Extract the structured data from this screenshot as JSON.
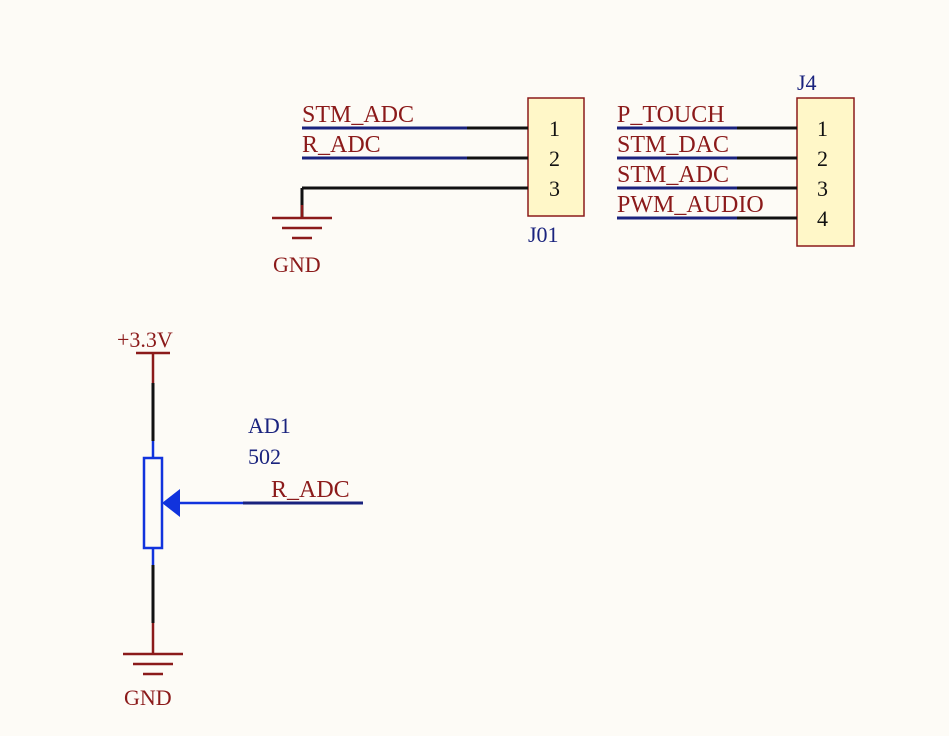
{
  "colors": {
    "background": "#fdfbf6",
    "wire": "#111111",
    "net_line": "#1a237e",
    "net_text": "#8b1a1a",
    "ref_text": "#1a237e",
    "connector_fill": "#fff7c8",
    "connector_stroke": "#8b1a1a",
    "power": "#8b1a1a",
    "resistor": "#1133dd",
    "arrow": "#1133dd"
  },
  "j01": {
    "ref": "J01",
    "pins": [
      "1",
      "2",
      "3"
    ],
    "nets": [
      "STM_ADC",
      "R_ADC"
    ],
    "gnd_label": "GND"
  },
  "j4": {
    "ref": "J4",
    "pins": [
      "1",
      "2",
      "3",
      "4"
    ],
    "nets": [
      "P_TOUCH",
      "STM_DAC",
      "STM_ADC",
      "PWM_AUDIO"
    ]
  },
  "pot": {
    "ref": "AD1",
    "value": "502",
    "net": "R_ADC",
    "power_label": "+3.3V",
    "gnd_label": "GND"
  }
}
